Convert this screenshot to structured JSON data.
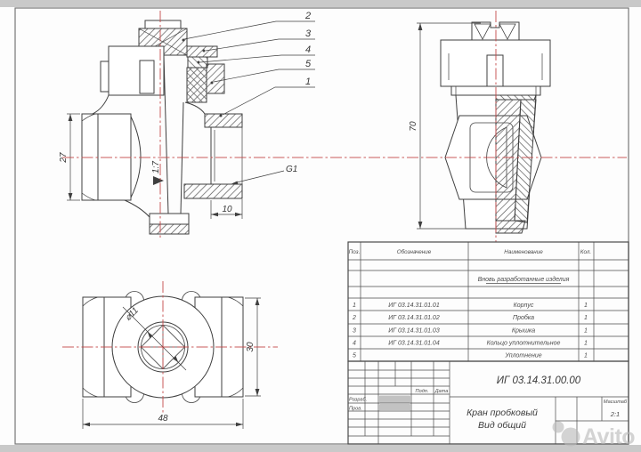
{
  "watermark": {
    "brand": "Avito"
  },
  "drawing": {
    "callouts": [
      "2",
      "3",
      "4",
      "5",
      "1"
    ],
    "dims": {
      "front_height": "27",
      "taper": "1:7",
      "thread": "G1",
      "port_depth": "10",
      "side_height": "70",
      "hole": "⌀11",
      "bottom_height": "30",
      "bottom_width": "48"
    }
  },
  "spec_table": {
    "headers": {
      "pos": "Поз.",
      "designation": "Обозначение",
      "name": "Наименование",
      "qty": "Кол."
    },
    "section_title": "Вновь разработанные изделия",
    "rows": [
      {
        "pos": "1",
        "designation": "ИГ  03.14.31.01.01",
        "name": "Корпус",
        "qty": "1"
      },
      {
        "pos": "2",
        "designation": "ИГ  03.14.31.01.02",
        "name": "Пробка",
        "qty": "1"
      },
      {
        "pos": "3",
        "designation": "ИГ  03.14.31.01.03",
        "name": "Крышка",
        "qty": "1"
      },
      {
        "pos": "4",
        "designation": "ИГ  03.14.31.01.04",
        "name": "Кольцо уплотнительное",
        "qty": "1"
      },
      {
        "pos": "5",
        "designation": "",
        "name": "Уплотнение",
        "qty": "1"
      }
    ]
  },
  "title_block": {
    "doc_number": "ИГ  03.14.31.00.00",
    "product": "Кран пробковый",
    "doc_type": "Вид общий",
    "developed_label": "Разраб.",
    "checked_label": "Пров.",
    "signature_label": "Подп.",
    "date_label": "Дата",
    "scale_label": "Масштаб",
    "scale_value": "2:1"
  }
}
